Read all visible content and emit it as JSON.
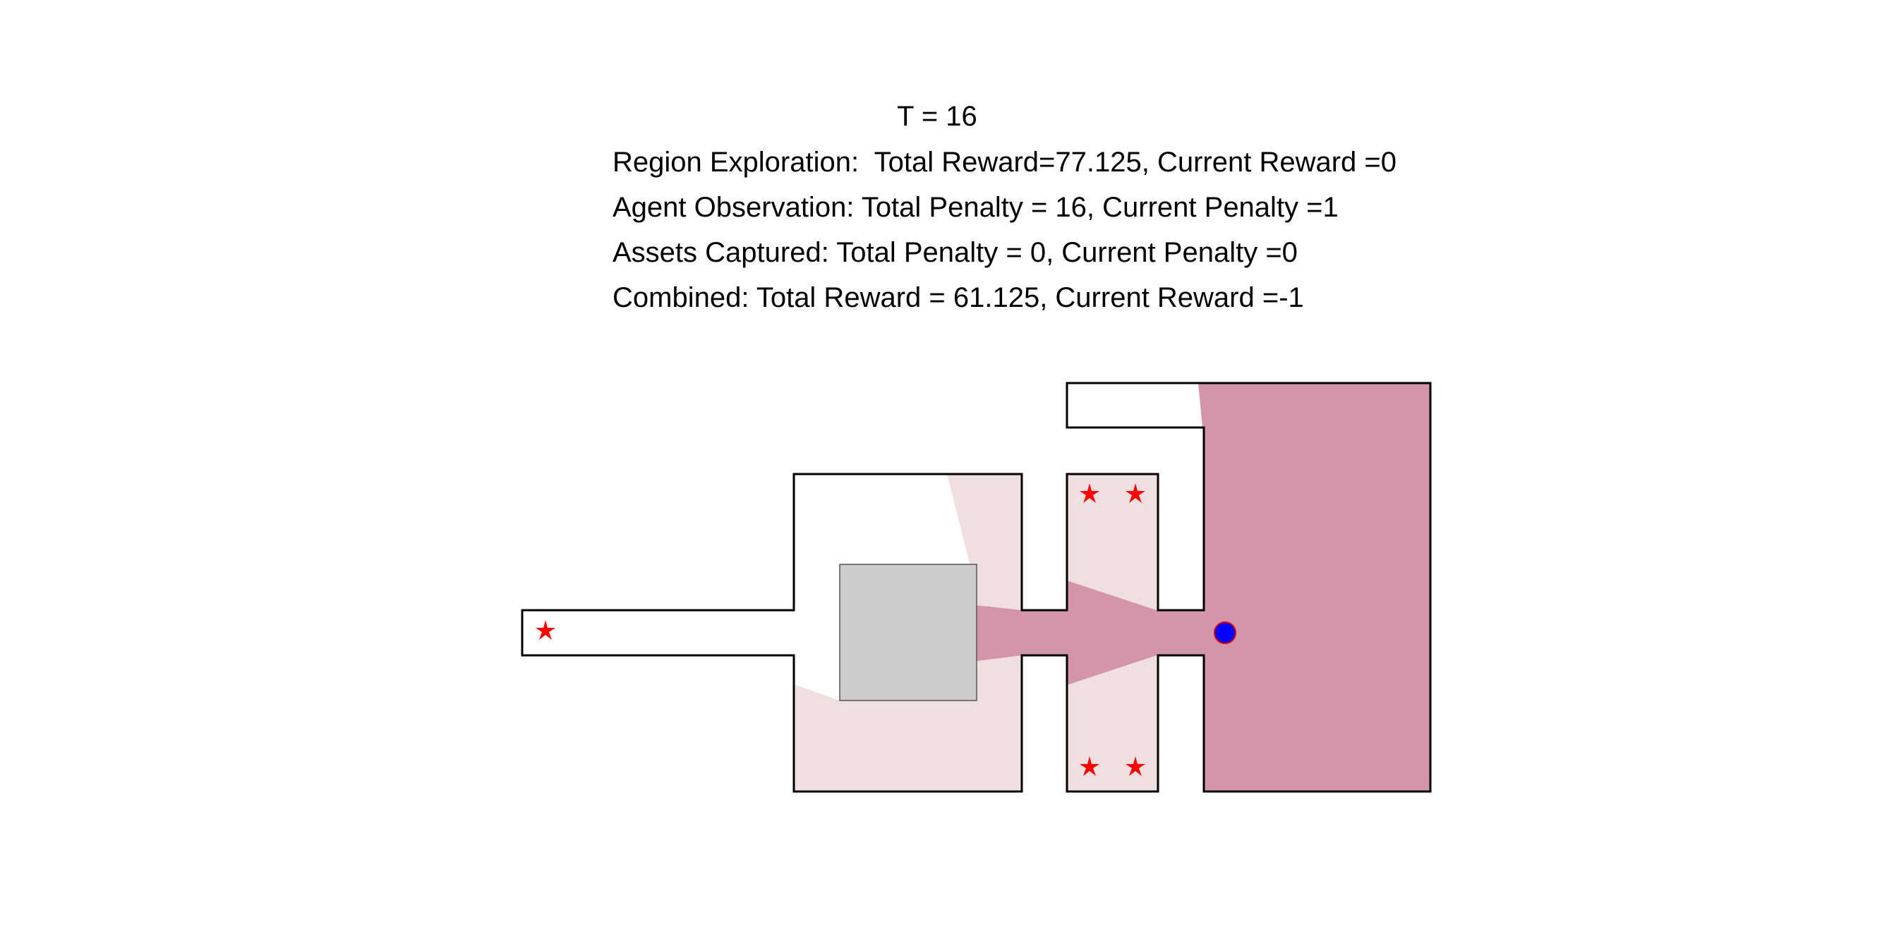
{
  "hud": {
    "time_label": "T = 16",
    "region_exploration": "Region Exploration:  Total Reward=77.125, Current Reward =0",
    "agent_observation": "Agent Observation: Total Penalty = 16, Current Penalty =1",
    "assets_captured": "Assets Captured: Total Penalty = 0, Current Penalty =0",
    "combined": "Combined: Total Reward = 61.125, Current Reward =-1"
  },
  "colors": {
    "explored_light": "#f0dfe1",
    "visible_dark": "#d395aa",
    "obstacle": "#cccccc",
    "asset_star": "#ff0000",
    "agent_fill": "#0000ff",
    "agent_outline": "#ff0000",
    "walls": "#000000"
  },
  "map": {
    "asset_count": 5,
    "agent_count": 1,
    "obstacle_count": 1
  }
}
